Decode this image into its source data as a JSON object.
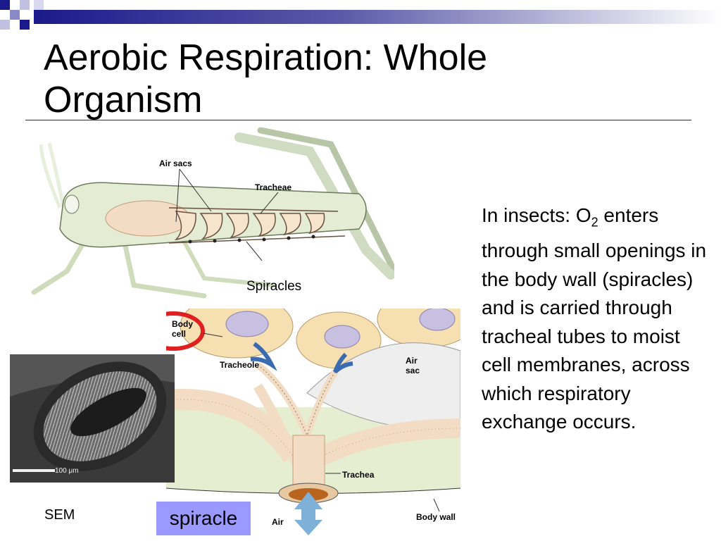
{
  "slide": {
    "title": "Aerobic Respiration: Whole Organism",
    "body": {
      "prefix": "In insects: O",
      "subscript": "2",
      "suffix": " enters through small openings in the body wall (spiracles) and is carried through tracheal tubes to moist cell membranes, across which respiratory exchange occurs."
    }
  },
  "insect_diagram": {
    "air_sacs_label": "Air sacs",
    "tracheae_label": "Tracheae",
    "spiracles_label": "Spiracles"
  },
  "detail_diagram": {
    "body_cell_label": [
      "Body",
      "cell"
    ],
    "tracheole_label": "Tracheole",
    "air_sac_label": [
      "Air",
      "sac"
    ],
    "trachea_label": "Trachea",
    "air_label": "Air",
    "body_wall_label": "Body wall"
  },
  "sem_image": {
    "label": "SEM",
    "scale_label": "100 μm"
  },
  "spiracle_tag": "spiracle",
  "colors": {
    "bar_dark": "#1a1a8c",
    "highlight_box": "#9999ff",
    "circle": "#e02020",
    "arrow": "#7fb0d8"
  }
}
